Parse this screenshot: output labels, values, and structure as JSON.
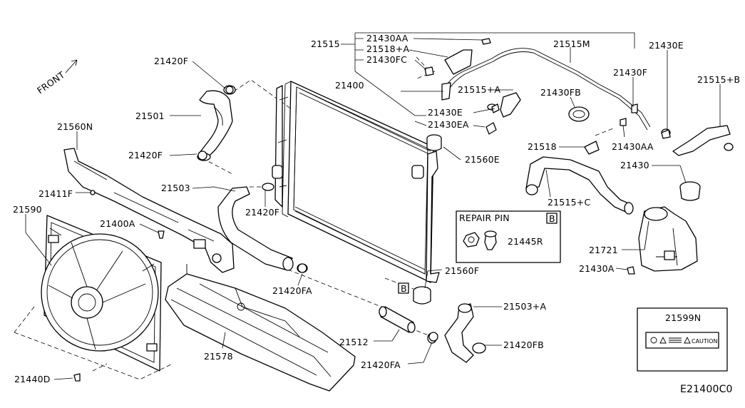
{
  "diagram": {
    "code": "E21400C0",
    "front_label": "FRONT",
    "repair_pin_box": {
      "title": "REPAIR PIN",
      "badge": "B",
      "part": "21445R"
    },
    "caution_box": {
      "part": "21599N",
      "caution_text": "CAUTION"
    },
    "small_badge": "B",
    "labels": {
      "p21515": "21515",
      "p21430AA_top": "21430AA",
      "p21518A": "21518+A",
      "p21430FC": "21430FC",
      "p21515M": "21515M",
      "p21430E_top": "21430E",
      "p21420F_top": "21420F",
      "p21400": "21400",
      "p21515A": "21515+A",
      "p21430F": "21430F",
      "p21515B": "21515+B",
      "p21430FB": "21430FB",
      "p21430E_mid": "21430E",
      "p21430EA": "21430EA",
      "p21501": "21501",
      "p21560N": "21560N",
      "p21560E": "21560E",
      "p21518": "21518",
      "p21430AA_mid": "21430AA",
      "p21420F_mid": "21420F",
      "p21430": "21430",
      "p21503": "21503",
      "p21411F": "21411F",
      "p21420F_low": "21420F",
      "p21515C": "21515+C",
      "p21590": "21590",
      "p21400A": "21400A",
      "p21721": "21721",
      "p21430A": "21430A",
      "p21560F": "21560F",
      "p21420FA_mid": "21420FA",
      "p21503A": "21503+A",
      "p21512": "21512",
      "p21420FB": "21420FB",
      "p21578": "21578",
      "p21420FA_low": "21420FA",
      "p21440D": "21440D"
    }
  }
}
